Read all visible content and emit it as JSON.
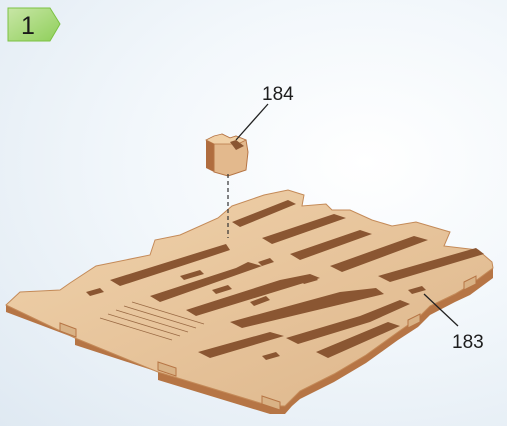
{
  "step": {
    "number": "1",
    "badge_color": "#7cc242"
  },
  "callouts": [
    {
      "label": "184",
      "part": "small-block-piece"
    },
    {
      "label": "183",
      "part": "slotted-base-panel"
    }
  ],
  "colors": {
    "wood_face": "#e6c39a",
    "wood_edge": "#c98c5a",
    "wood_edge_dark": "#a8683d",
    "slot": "#7a4a2a"
  }
}
